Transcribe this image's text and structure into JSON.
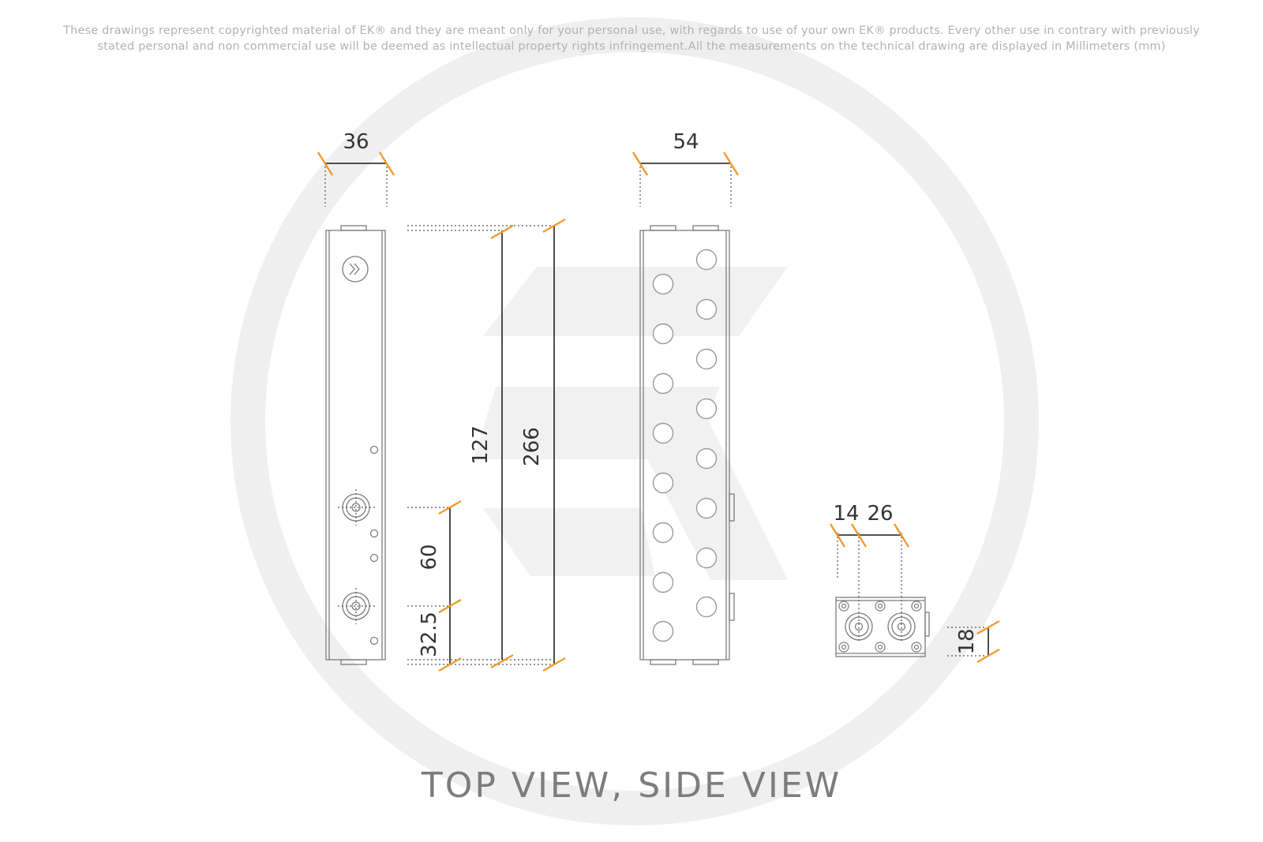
{
  "disclaimer": {
    "line1": "These drawings represent copyrighted material of EK® and they are meant only for your personal use, with regards to use of  your own EK® products. Every other use in contrary with previously",
    "line2": "stated personal and non commercial use will be deemed as intellectual property rights infringement.All the measurements on the technical drawing are displayed in Millimeters (mm)"
  },
  "dimensions": {
    "top_width": "36",
    "side_width": "54",
    "length_inner": "127",
    "length_total": "266",
    "port_spacing": "60",
    "port_offset": "32.5",
    "end_offset": "14",
    "end_spacing": "26",
    "end_height": "18"
  },
  "caption": "TOP VIEW, SIDE VIEW",
  "colors": {
    "dimension_tick": "#f29a2e",
    "watermark": "#ececec",
    "caption": "#7d7d7d",
    "disclaimer": "#b2b2b2"
  }
}
